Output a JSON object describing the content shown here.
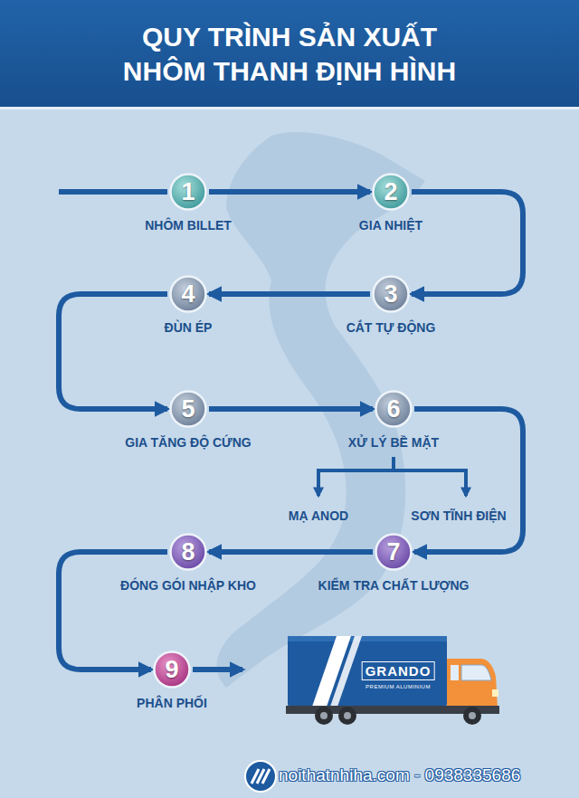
{
  "diagram": {
    "title": "QUY TRÌNH SẢN XUẤT NHÔM THANH ĐỊNH HÌNH",
    "nodes": [
      {
        "text": [
          "1",
          "NHÔM BILLET"
        ]
      },
      {
        "text": [
          "2",
          "GIA NHIỆT"
        ]
      },
      {
        "text": [
          "3",
          "CẮT TỰ ĐỘNG"
        ]
      },
      {
        "text": [
          "4",
          "ĐÙN ÉP"
        ]
      },
      {
        "text": [
          "5",
          "GIA TĂNG ĐỘ CỨNG"
        ]
      },
      {
        "text": [
          "6",
          "XỬ LÝ BỀ MẶT"
        ]
      },
      {
        "text": [
          "7",
          "KIỂM TRA CHẤT LƯỢNG"
        ]
      },
      {
        "text": [
          "8",
          "ĐÓNG GÓI NHẬP KHO"
        ]
      },
      {
        "text": [
          "9",
          "PHÂN PHỐI"
        ]
      }
    ],
    "edges": [
      {
        "from": 0,
        "to": 1,
        "arrow": "to"
      },
      {
        "from": 1,
        "to": 2,
        "arrow": "to"
      },
      {
        "from": 2,
        "to": 3,
        "arrow": "to"
      },
      {
        "from": 3,
        "to": 4,
        "arrow": "to"
      },
      {
        "from": 4,
        "to": 5,
        "arrow": "to"
      },
      {
        "from": 5,
        "to": 6,
        "arrow": "to"
      },
      {
        "from": 6,
        "to": 7,
        "arrow": "to"
      },
      {
        "from": 7,
        "to": 8,
        "arrow": "to"
      }
    ],
    "labels": [
      "MẠ ANOD",
      "SƠN TĨNH ĐIỆN",
      "GRANDO",
      "PREMIUM ALUMINIUM",
      "noithatnhiha.com - 0938335686"
    ]
  }
}
